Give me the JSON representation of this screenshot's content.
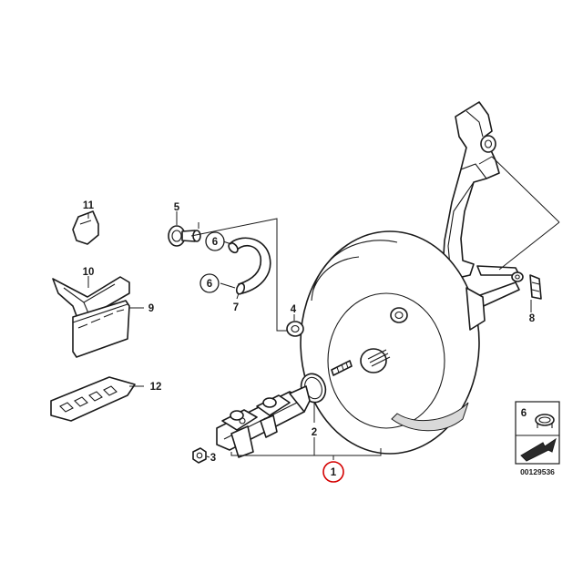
{
  "diagram": {
    "callouts": [
      {
        "id": "1",
        "label": "1",
        "highlight": true
      },
      {
        "id": "2",
        "label": "2"
      },
      {
        "id": "3",
        "label": "3"
      },
      {
        "id": "4",
        "label": "4"
      },
      {
        "id": "5",
        "label": "5"
      },
      {
        "id": "6a",
        "label": "6"
      },
      {
        "id": "6b",
        "label": "6"
      },
      {
        "id": "7",
        "label": "7"
      },
      {
        "id": "8",
        "label": "8"
      },
      {
        "id": "9",
        "label": "9"
      },
      {
        "id": "10",
        "label": "10"
      },
      {
        "id": "11",
        "label": "11"
      },
      {
        "id": "12",
        "label": "12"
      }
    ],
    "legend": {
      "label": "6",
      "ref_number": "00129536"
    },
    "colors": {
      "line": "#1a1a1a",
      "highlight": "#d40000",
      "background": "#ffffff"
    }
  }
}
